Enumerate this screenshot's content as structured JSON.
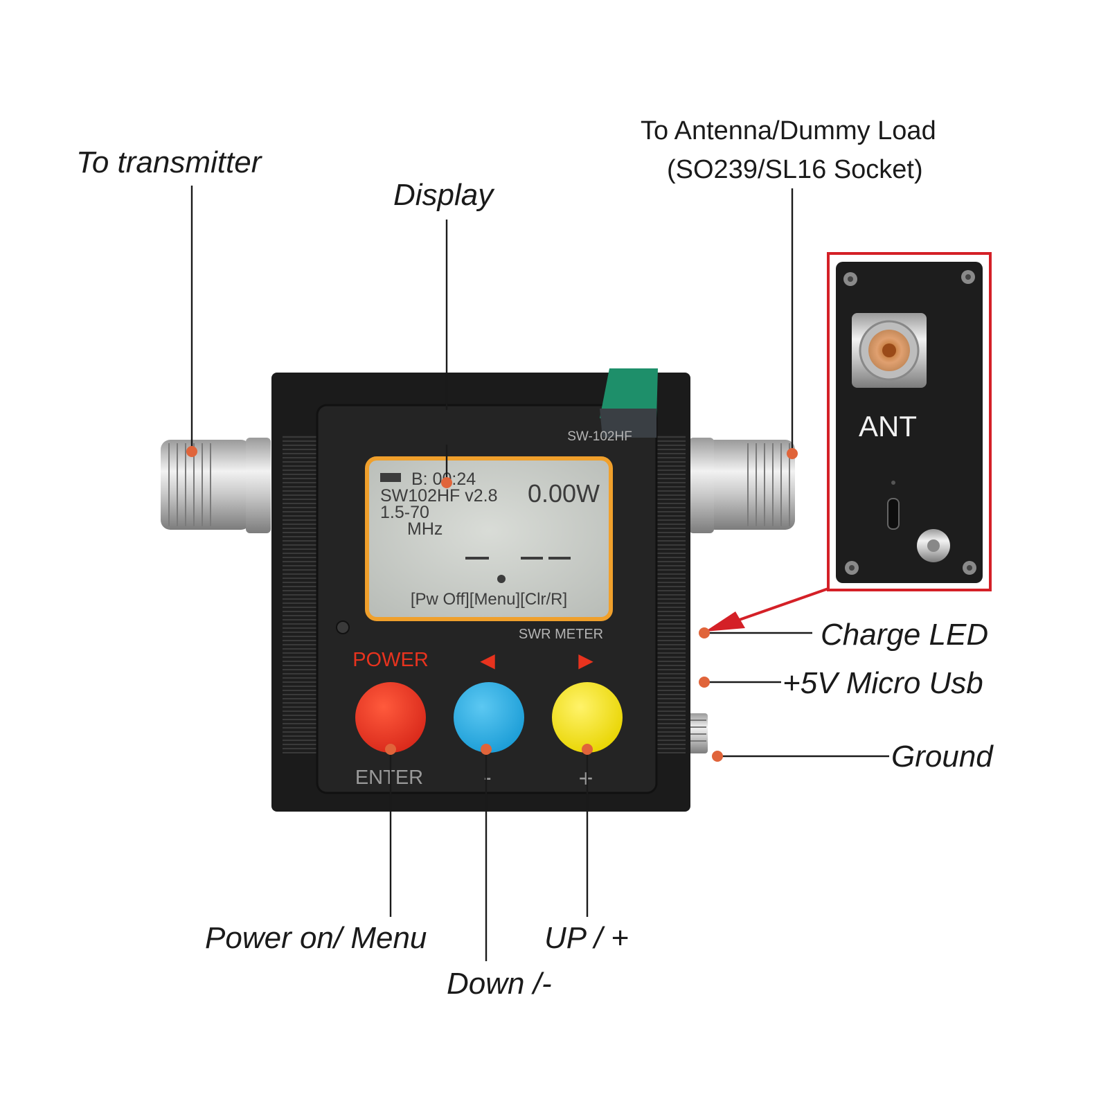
{
  "callouts": {
    "to_transmitter": "To transmitter",
    "display": "Display",
    "to_antenna_line1": "To Antenna/Dummy Load",
    "to_antenna_line2": "(SO239/SL16 Socket)",
    "charge_led": "Charge LED",
    "micro_usb": "+5V Micro Usb",
    "ground": "Ground",
    "power_menu": "Power on/ Menu",
    "up": "UP / +",
    "down": "Down /-"
  },
  "device": {
    "model": "SW-102HF",
    "meter_label": "SWR METER",
    "power_label": "POWER",
    "enter_label": "ENTER",
    "minus_label": "-",
    "plus_label": "+",
    "left_arrow": "◀",
    "right_arrow": "▶",
    "ant_label": "ANT"
  },
  "lcd": {
    "battery_line": "B: 00:24",
    "version_line": "SW102HF v2.8",
    "power_reading": "0.00W",
    "range_line": "1.5-70",
    "unit_line": "MHz",
    "softkeys": "[Pw Off][Menu][Clr/R]"
  },
  "colors": {
    "callout_dot": "#e0643a",
    "power_button": "#e8331e",
    "down_button": "#29aee6",
    "up_button": "#f5e31a",
    "display_border": "#f0a02c",
    "highlight_box": "#d42027",
    "arrow": "#d42027"
  }
}
